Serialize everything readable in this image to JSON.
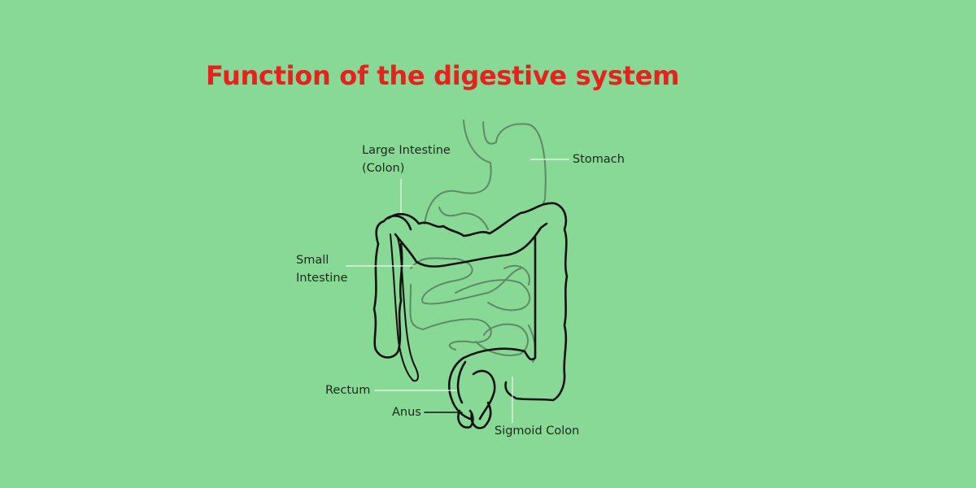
{
  "title": "Function of the digestive system",
  "labels": {
    "large_intestine_line1": "Large Intestine",
    "large_intestine_line2": "(Colon)",
    "stomach": "Stomach",
    "small_intestine_line1": "Small",
    "small_intestine_line2": "Intestine",
    "rectum": "Rectum",
    "anus": "Anus",
    "sigmoid_colon": "Sigmoid Colon"
  },
  "colors": {
    "background": "#88d896",
    "title": "#e5221d"
  }
}
